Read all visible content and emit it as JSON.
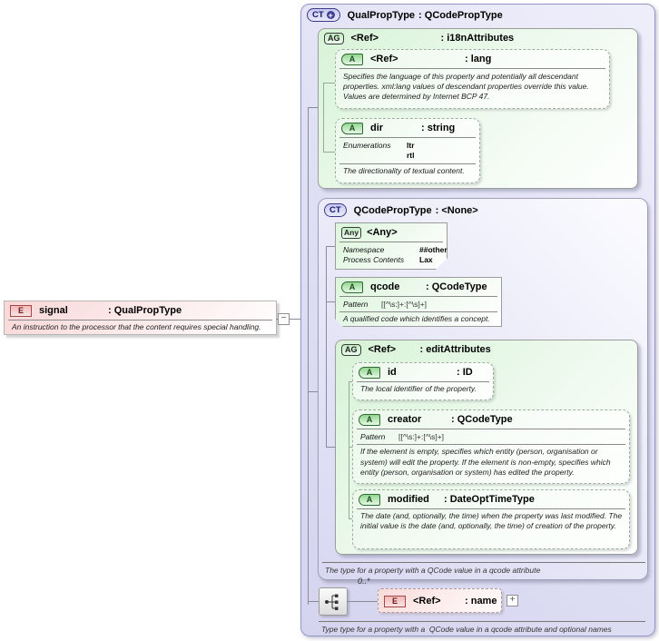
{
  "signal": {
    "badge": "E",
    "name": "signal",
    "type": ": QualPropType",
    "description": "An instruction to the processor that the content requires special handling.",
    "collapse": "−"
  },
  "qual": {
    "badge": "CT",
    "name": "QualPropType",
    "type": ": QCodePropType",
    "footer": "Type type for a property with a  QCode value in a qcode attribute and optional names",
    "cardinality": "0..*",
    "i18n": {
      "badge": "AG",
      "name": "<Ref>",
      "type": ": i18nAttributes",
      "lang": {
        "badge": "A",
        "name": "<Ref>",
        "type": ": lang",
        "description": "Specifies the language of this property and potentially all descendant properties. xml:lang values of descendant properties override this value. Values are determined by Internet BCP 47."
      },
      "dir": {
        "badge": "A",
        "name": "dir",
        "type": ": string",
        "enum_label": "Enumerations",
        "enums": [
          "ltr",
          "rtl"
        ],
        "description": "The directionality of textual content."
      }
    },
    "qcodeproptype": {
      "badge": "CT",
      "name": "QCodePropType",
      "type": ": <None>",
      "footer": "The type for a property with a QCode value in a qcode attribute",
      "any": {
        "badge": "Any",
        "name": "<Any>",
        "namespace_label": "Namespace",
        "namespace_value": "##other",
        "process_label": "Process Contents",
        "process_value": "Lax"
      },
      "qcode": {
        "badge": "A",
        "name": "qcode",
        "type": ": QCodeType",
        "pattern_label": "Pattern",
        "pattern_value": "[[^\\s:]+:[^\\s]+]",
        "description": "A qualified code which identifies a concept."
      },
      "edit": {
        "badge": "AG",
        "name": "<Ref>",
        "type": ": editAttributes",
        "id": {
          "badge": "A",
          "name": "id",
          "type": ": ID",
          "description": "The local identifier of the property."
        },
        "creator": {
          "badge": "A",
          "name": "creator",
          "type": ": QCodeType",
          "pattern_label": "Pattern",
          "pattern_value": "[[^\\s:]+:[^\\s]+]",
          "description": "If the element is empty, specifies which entity (person, organisation or system) will edit the property. If the element is non-empty, specifies which entity (person, organisation or system) has edited the property."
        },
        "modified": {
          "badge": "A",
          "name": "modified",
          "type": ": DateOptTimeType",
          "description": "The date (and, optionally, the time) when the property was last modified. The initial value is the date (and, optionally, the time) of creation of the property."
        }
      }
    },
    "name_element": {
      "badge": "E",
      "name": "<Ref>",
      "type": ": name",
      "expand": "+"
    }
  },
  "colors": {
    "container_lavender": "#d8d8f2",
    "group_green": "#d7f3d7",
    "element_pink": "#f9d7d7",
    "border_purple": "#9595c5",
    "badge_red_border": "#a04848",
    "badge_green_border": "#2e6a2e"
  }
}
